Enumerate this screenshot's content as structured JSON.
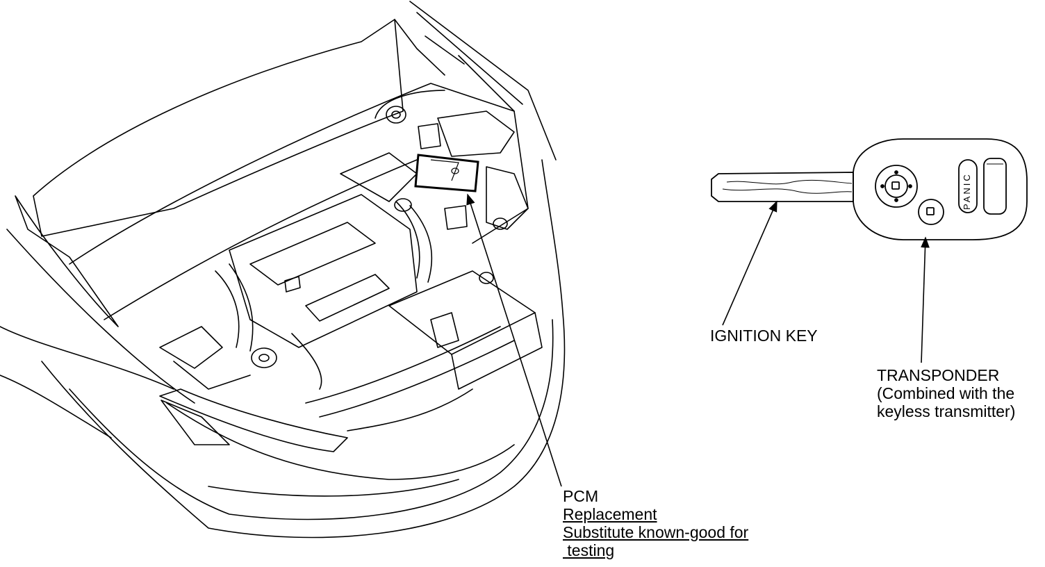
{
  "labels": {
    "ignition_key": "IGNITION KEY",
    "transponder": {
      "line1": "TRANSPONDER",
      "line2": "(Combined with the",
      "line3": "keyless transmitter)"
    },
    "pcm": {
      "line1": "PCM",
      "line2": "Replacement",
      "line3": "Substitute known-good for",
      "line4": " testing"
    },
    "panic_button": "PANIC"
  }
}
